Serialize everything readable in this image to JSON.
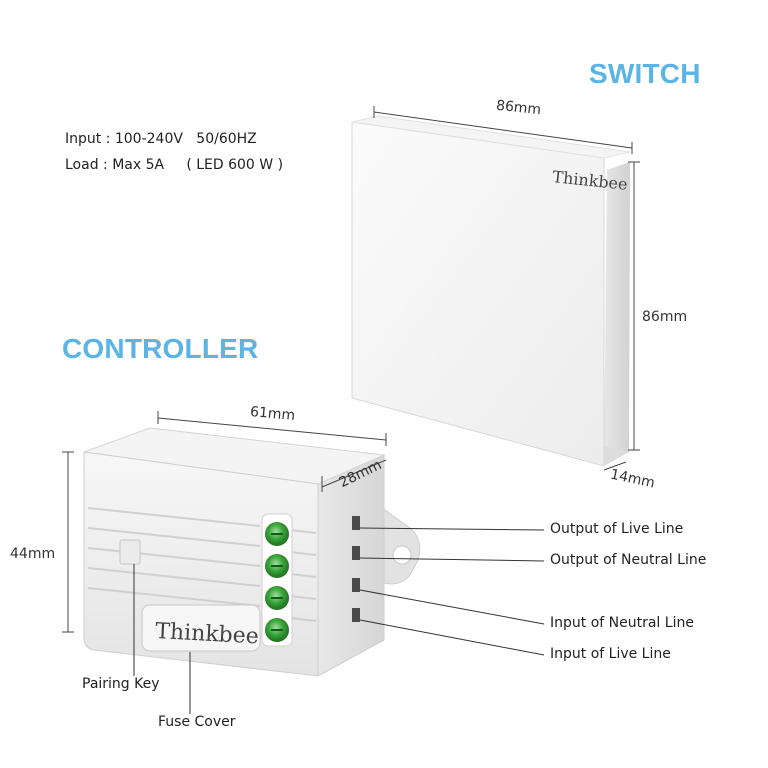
{
  "titles": {
    "switch": "SWITCH",
    "controller": "CONTROLLER"
  },
  "specs": {
    "input": "Input : 100-240V   50/60HZ",
    "load": "Load : Max 5A     ( LED 600 W )"
  },
  "brand": "Thinkbee",
  "switch_dimensions": {
    "width": "86mm",
    "height": "86mm",
    "depth": "14mm"
  },
  "controller_dimensions": {
    "width": "61mm",
    "depth": "28mm",
    "height": "44mm"
  },
  "callouts": {
    "output_live": "Output of Live Line",
    "output_neutral": "Output of Neutral Line",
    "input_neutral": "Input of Neutral Line",
    "input_live": "Input of Live Line",
    "pairing_key": "Pairing Key",
    "fuse_cover": "Fuse Cover"
  },
  "colors": {
    "heading": "#5ab4e6",
    "terminal": "#3aa53a",
    "body": "#f2f2f2"
  }
}
